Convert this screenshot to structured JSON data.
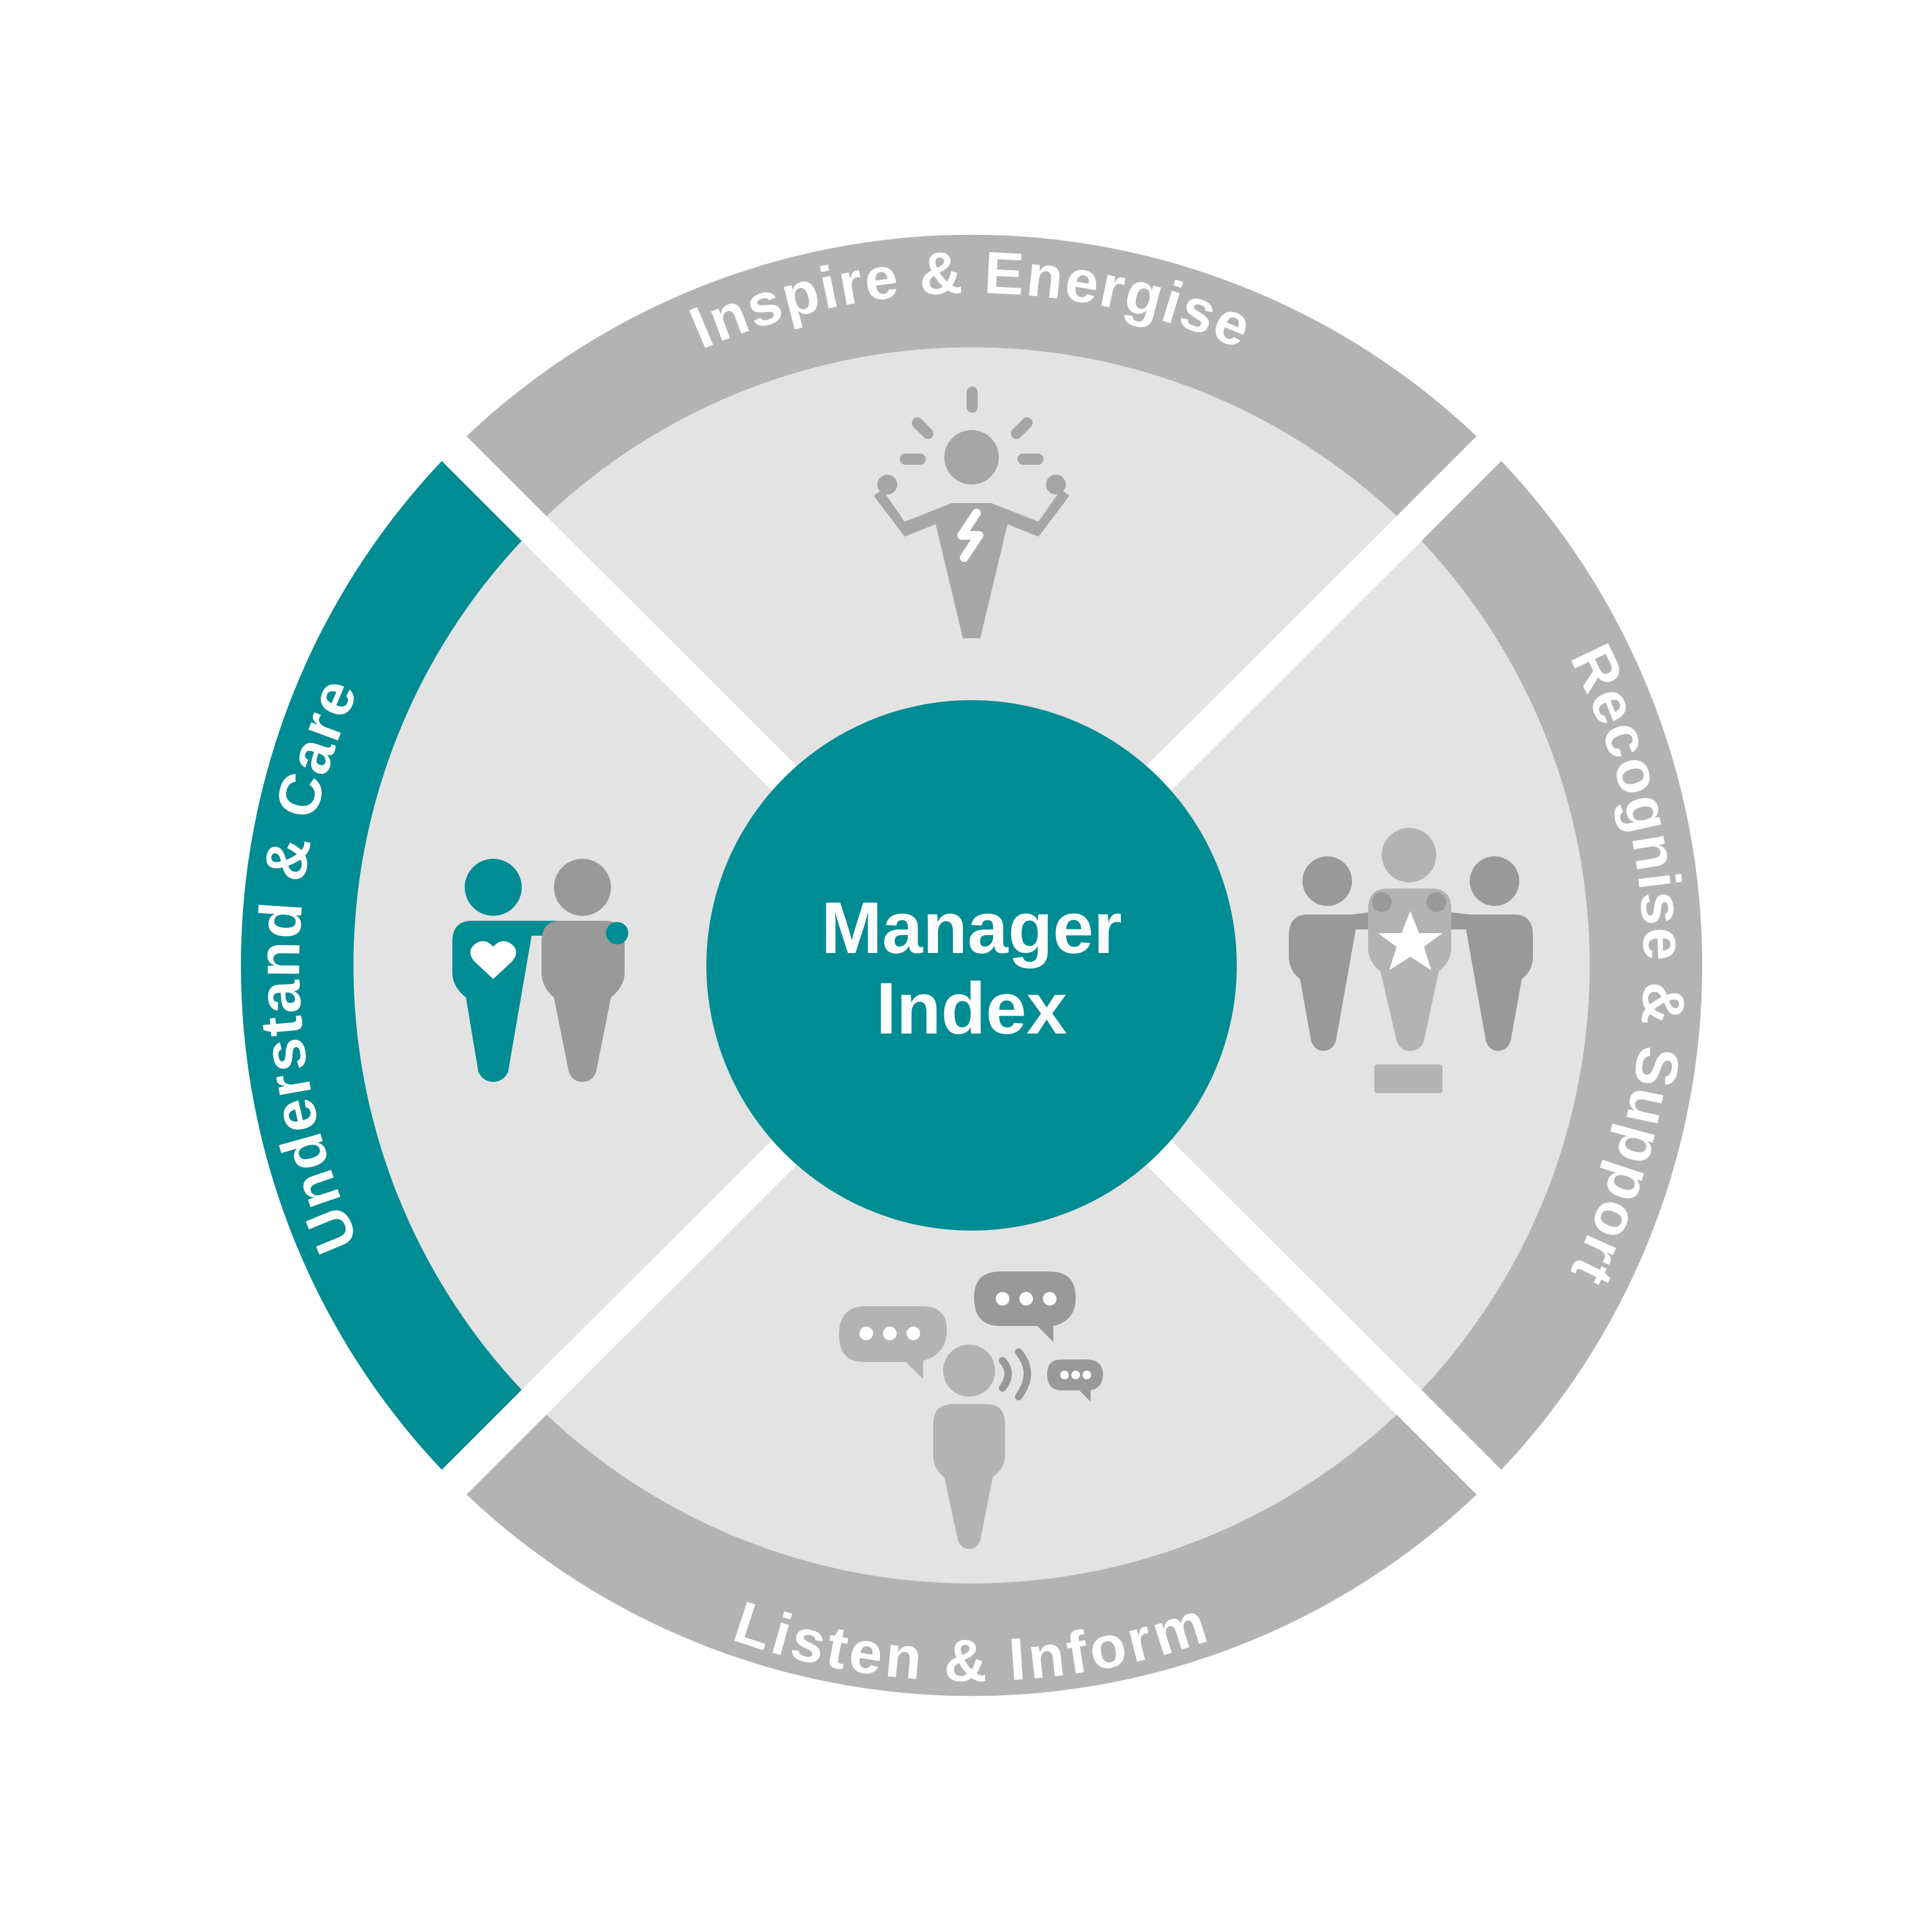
{
  "center": {
    "line1": "Manager",
    "line2": "Index"
  },
  "segments": {
    "top": {
      "label": "Inspire & Energise",
      "icon": "energised-person-icon"
    },
    "right": {
      "label": "Recognise & Support",
      "icon": "team-trophy-star-icon"
    },
    "bottom": {
      "label": "Listen & Inform",
      "icon": "person-speech-bubbles-icon"
    },
    "left": {
      "label": "Understand & Care",
      "icon": "caring-pair-heart-icon",
      "highlighted": true
    }
  },
  "colors": {
    "teal": "#008C93",
    "ring_gray": "#B3B3B3",
    "inner_fill": "#E3E3E3",
    "icon_gray": "#A6A6A6",
    "icon_dark_gray": "#999999",
    "background": "#FFFFFF"
  }
}
